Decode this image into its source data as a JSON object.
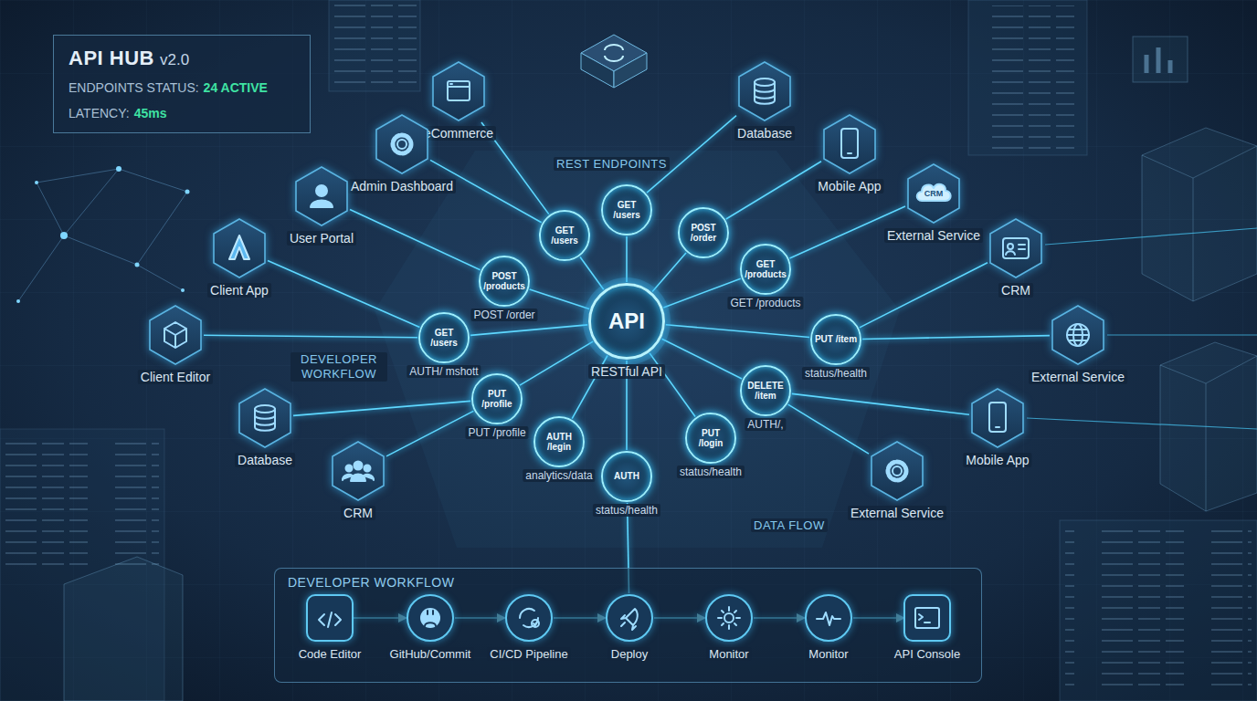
{
  "diagram": {
    "nodes": [
      {
        "text": [
          "API HUB",
          "v2.0",
          "ENDPOINTS STATUS:",
          "24 ACTIVE",
          "LATENCY:",
          "45ms"
        ]
      },
      {
        "text": [
          "eCommerce"
        ]
      },
      {
        "text": [
          "Admin Dashboard"
        ]
      },
      {
        "text": [
          "User Portal"
        ]
      },
      {
        "text": [
          "Client App"
        ]
      },
      {
        "text": [
          "Client Editor"
        ]
      },
      {
        "text": [
          "Database"
        ]
      },
      {
        "text": [
          "CRM"
        ]
      },
      {
        "text": [
          "Database"
        ]
      },
      {
        "text": [
          "Mobile App"
        ]
      },
      {
        "text": [
          "CRM",
          "External Service"
        ]
      },
      {
        "text": [
          "CRM"
        ]
      },
      {
        "text": [
          "External Service"
        ]
      },
      {
        "text": [
          "Mobile App"
        ]
      },
      {
        "text": [
          "External Service"
        ]
      },
      {
        "text": [
          "GET /users"
        ]
      },
      {
        "text": [
          "GET /users"
        ]
      },
      {
        "text": [
          "POST /order"
        ]
      },
      {
        "text": [
          "POST /products",
          "POST /order"
        ]
      },
      {
        "text": [
          "GET /products",
          "GET /products"
        ]
      },
      {
        "text": [
          "GET /users",
          "AUTH/ mshott"
        ]
      },
      {
        "text": [
          "API",
          "RESTful API"
        ]
      },
      {
        "text": [
          "PUT /item",
          "status/health"
        ]
      },
      {
        "text": [
          "PUT /profile",
          "PUT /profile"
        ]
      },
      {
        "text": [
          "DELETE /item",
          "AUTH/,"
        ]
      },
      {
        "text": [
          "AUTH /legin",
          "analytics/data"
        ]
      },
      {
        "text": [
          "PUT /login",
          "status/health"
        ]
      },
      {
        "text": [
          "AUTH",
          "status/health"
        ]
      },
      {
        "text": [
          "DEVELOPER WORKFLOW"
        ]
      },
      {
        "text": [
          "Code Editor"
        ],
        "in": 28
      },
      {
        "text": [
          "GitHub/Commit"
        ],
        "in": 28
      },
      {
        "text": [
          "CI/CD Pipeline"
        ],
        "in": 28
      },
      {
        "text": [
          "Deploy"
        ],
        "in": 28
      },
      {
        "text": [
          "Monitor"
        ],
        "in": 28
      },
      {
        "text": [
          "Monitor"
        ],
        "in": 28
      },
      {
        "text": [
          "API Console"
        ],
        "in": 28
      }
    ],
    "edges": [
      {
        "from": 1,
        "to": 16,
        "arrow": "none"
      },
      {
        "from": 2,
        "to": 16,
        "arrow": "none"
      },
      {
        "from": 3,
        "to": 18,
        "arrow": "none"
      },
      {
        "from": 4,
        "to": 20,
        "arrow": "none"
      },
      {
        "from": 5,
        "to": 20,
        "arrow": "none"
      },
      {
        "from": 6,
        "to": 23,
        "arrow": "none"
      },
      {
        "from": 7,
        "to": 23,
        "arrow": "none"
      },
      {
        "from": 8,
        "to": 15,
        "arrow": "none"
      },
      {
        "from": 9,
        "to": 17,
        "arrow": "none"
      },
      {
        "from": 10,
        "to": 19,
        "arrow": "none"
      },
      {
        "from": 11,
        "to": 22,
        "arrow": "none"
      },
      {
        "from": 12,
        "to": 22,
        "arrow": "none"
      },
      {
        "from": 13,
        "to": 24,
        "arrow": "none"
      },
      {
        "from": 14,
        "to": 24,
        "arrow": "none"
      },
      {
        "from": 15,
        "to": 21,
        "arrow": "none"
      },
      {
        "from": 16,
        "to": 21,
        "arrow": "none"
      },
      {
        "from": 17,
        "to": 21,
        "arrow": "none"
      },
      {
        "from": 18,
        "to": 21,
        "arrow": "none"
      },
      {
        "from": 19,
        "to": 21,
        "arrow": "none"
      },
      {
        "from": 20,
        "to": 21,
        "arrow": "none"
      },
      {
        "from": 22,
        "to": 21,
        "arrow": "none"
      },
      {
        "from": 23,
        "to": 21,
        "arrow": "none"
      },
      {
        "from": 24,
        "to": 21,
        "arrow": "none"
      },
      {
        "from": 25,
        "to": 21,
        "arrow": "none"
      },
      {
        "from": 26,
        "to": 21,
        "arrow": "none"
      },
      {
        "from": 27,
        "to": 21,
        "arrow": "none"
      },
      {
        "from": 27,
        "to": 32,
        "arrow": "none"
      },
      {
        "from": 29,
        "to": 30,
        "arrow": "to"
      },
      {
        "from": 30,
        "to": 31,
        "arrow": "to"
      },
      {
        "from": 31,
        "to": 32,
        "arrow": "to"
      },
      {
        "from": 32,
        "to": 33,
        "arrow": "to"
      },
      {
        "from": 33,
        "to": 34,
        "arrow": "to"
      },
      {
        "from": 34,
        "to": 35,
        "arrow": "to"
      }
    ],
    "labels": [
      "REST ENDPOINTS",
      "DEVELOPER WORKFLOW",
      "DATA FLOW"
    ]
  }
}
